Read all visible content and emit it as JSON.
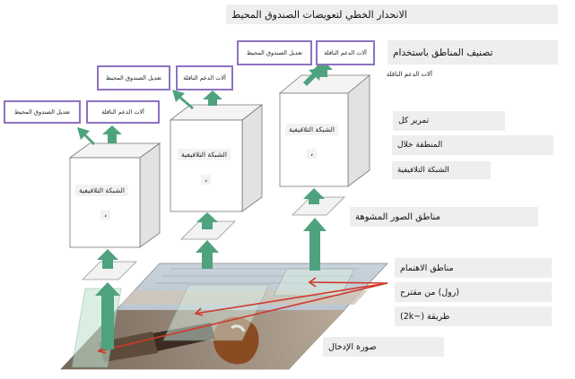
{
  "title": "الانحدار الخطي لتعويضات الصندوق المحيط",
  "legend": {
    "classify": "تصنيف المناطق باستخدام",
    "svm": "آلات الدعم الناقلة",
    "warp_each": "تمرير كل",
    "region_via": "المنطقة خلال",
    "cnn": "الشبكة التلافيفية",
    "warped": "مناطق الصور المشوهة",
    "roi": "مناطق الاهتمام",
    "from_proposal": "(رول) من مقترح",
    "method": "طريقة (~2k)",
    "input_image": "صورة الإدخال"
  },
  "columns": [
    {
      "bbox_reg": "تعديل الصندوق المحيط",
      "svm": "آلات الدعم الناقلة",
      "cnn": "الشبكة التلافيفية",
      "comma": "،"
    },
    {
      "bbox_reg": "تعديل الصندوق المحيط",
      "svm": "آلات الدعم الناقلة",
      "cnn": "الشبكة التلافيفية",
      "comma": "،"
    },
    {
      "bbox_reg": "تعديل الصندوق المحيط",
      "svm": "آلات الدعم الناقلة",
      "cnn": "الشبكة التلافيفية",
      "comma": "،"
    }
  ],
  "colors": {
    "arrow": "#4fa27e",
    "box_border": "#8e72c2",
    "roi_line": "#d0392b"
  }
}
